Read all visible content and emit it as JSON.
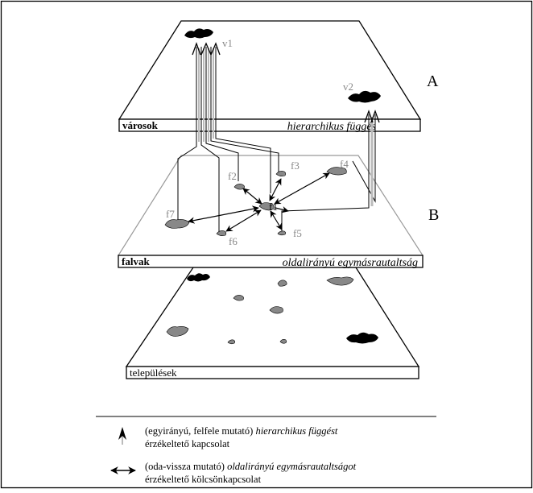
{
  "planes": {
    "top": {
      "label": "városok",
      "caption": "hierarchikus függés",
      "letter": "A"
    },
    "middle": {
      "label": "falvak",
      "caption": "oldalirányú egymásrautaltság",
      "letter": "B"
    },
    "bottom": {
      "label": "települések"
    }
  },
  "nodes": {
    "v1": "v1",
    "v2": "v2",
    "f1": "f1",
    "f2": "f2",
    "f3": "f3",
    "f4": "f4",
    "f5": "f5",
    "f6": "f6",
    "f7": "f7"
  },
  "legend": {
    "up": {
      "line1_plain": "(egyirányú, felfele mutató) ",
      "line1_italic": "hierarchikus függést",
      "line2": "érzékeltető kapcsolat"
    },
    "both": {
      "line1_plain": "(oda-vissza mutató) ",
      "line1_italic": "oldalirányú egymásrautaltságot",
      "line2": "érzékeltető kölcsönkapcsolat"
    }
  },
  "colors": {
    "line": "#000000",
    "grey_text": "#888888",
    "settlement_fill": "#888888",
    "city_fill": "#000000"
  }
}
